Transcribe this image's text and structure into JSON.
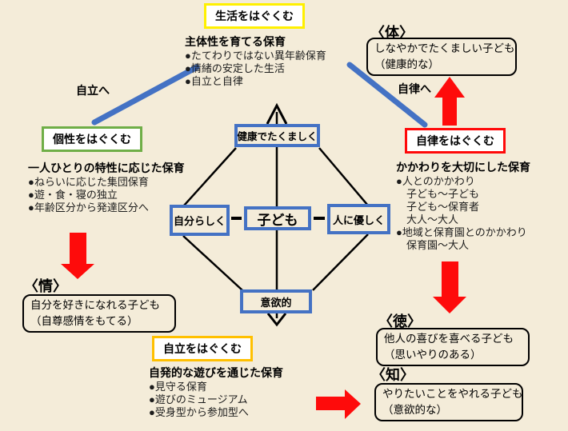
{
  "colors": {
    "background": "#f4ecd9",
    "accent_blue": "#4472c4",
    "arrow_red": "#fe0b0b",
    "border_yellow": "#fff000",
    "border_green": "#6fae47",
    "border_red": "#ff0909",
    "border_orange": "#ffc000",
    "line_black": "#000000"
  },
  "top_section": {
    "badge": "生活をはぐくむ",
    "care_title": "主体性を育てる保育",
    "care_points": [
      "●たてわりではない異年齢保育",
      "●情緒の安定した生活",
      "●自立と自律"
    ]
  },
  "body_section": {
    "heading": "〈体〉",
    "outcome_lines": [
      "しなやかでたくましい子ども",
      "（健康的な）"
    ],
    "arrow_label": "自律へ"
  },
  "individuality_section": {
    "arrow_label": "自立へ",
    "badge": "個性をはぐくむ",
    "care_title": "一人ひとりの特性に応じた保育",
    "care_points": [
      "●ねらいに応じた集団保育",
      "●遊・食・寝の独立",
      "●年齢区分から発達区分へ"
    ]
  },
  "emotion_section": {
    "heading": "〈情〉",
    "outcome_lines": [
      "自分を好きになれる子ども",
      "（自尊感情をもてる）"
    ]
  },
  "diamond": {
    "top": "健康でたくましく",
    "left": "自分らしく",
    "center": "子ども",
    "right": "人に優しく",
    "bottom": "意欲的"
  },
  "autonomy_section": {
    "badge": "自律をはぐくむ",
    "care_title": "かかわりを大切にした保育",
    "care_points": [
      "●人とのかかわり",
      "　子ども～子ども",
      "　子ども～保育者",
      "　大人～大人",
      "●地域と保育園とのかかわり",
      "　保育園～大人"
    ]
  },
  "virtue_section": {
    "heading": "〈徳〉",
    "outcome_lines": [
      "他人の喜びを喜べる子ども",
      "（思いやりのある）"
    ]
  },
  "knowledge_section": {
    "heading": "〈知〉",
    "outcome_lines": [
      "やりたいことをやれる子ども",
      "（意欲的な）"
    ]
  },
  "independence_section": {
    "badge": "自立をはぐくむ",
    "care_title": "自発的な遊びを通じた保育",
    "care_points": [
      "●見守る保育",
      "●遊びのミュージアム",
      "●受身型から参加型へ"
    ]
  }
}
